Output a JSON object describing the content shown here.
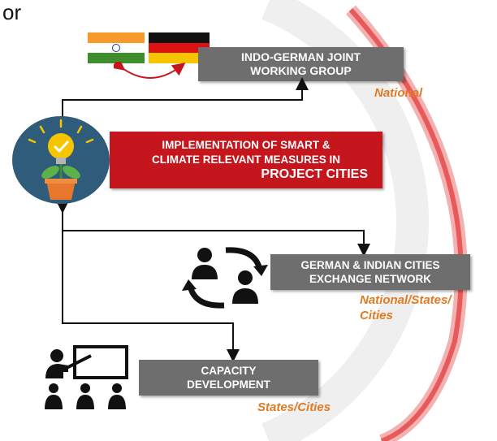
{
  "header": {
    "partial_word": "or"
  },
  "joint_group": {
    "line1": "INDO-GERMAN JOINT",
    "line2": "WORKING GROUP",
    "level": "National"
  },
  "implementation": {
    "line1": "IMPLEMENTATION OF SMART &",
    "line2": "CLIMATE RELEVANT MEASURES IN",
    "line3": "PROJECT CITIES"
  },
  "exchange": {
    "line1": "GERMAN & INDIAN CITIES",
    "line2": "EXCHANGE NETWORK",
    "level_line1": "National/States/",
    "level_line2": "Cities"
  },
  "capacity": {
    "line1": "CAPACITY",
    "line2": "DEVELOPMENT",
    "level": "States/Cities"
  },
  "icons": [
    "india-flag-icon",
    "germany-flag-icon",
    "exchange-arrows-icon",
    "lightbulb-plant-icon",
    "people-cycle-icon",
    "teacher-presentation-icon"
  ],
  "colors": {
    "red": "#c4161c",
    "gray": "#6e6e6e",
    "orange": "#e07b22",
    "ring": "#e85a5a"
  }
}
